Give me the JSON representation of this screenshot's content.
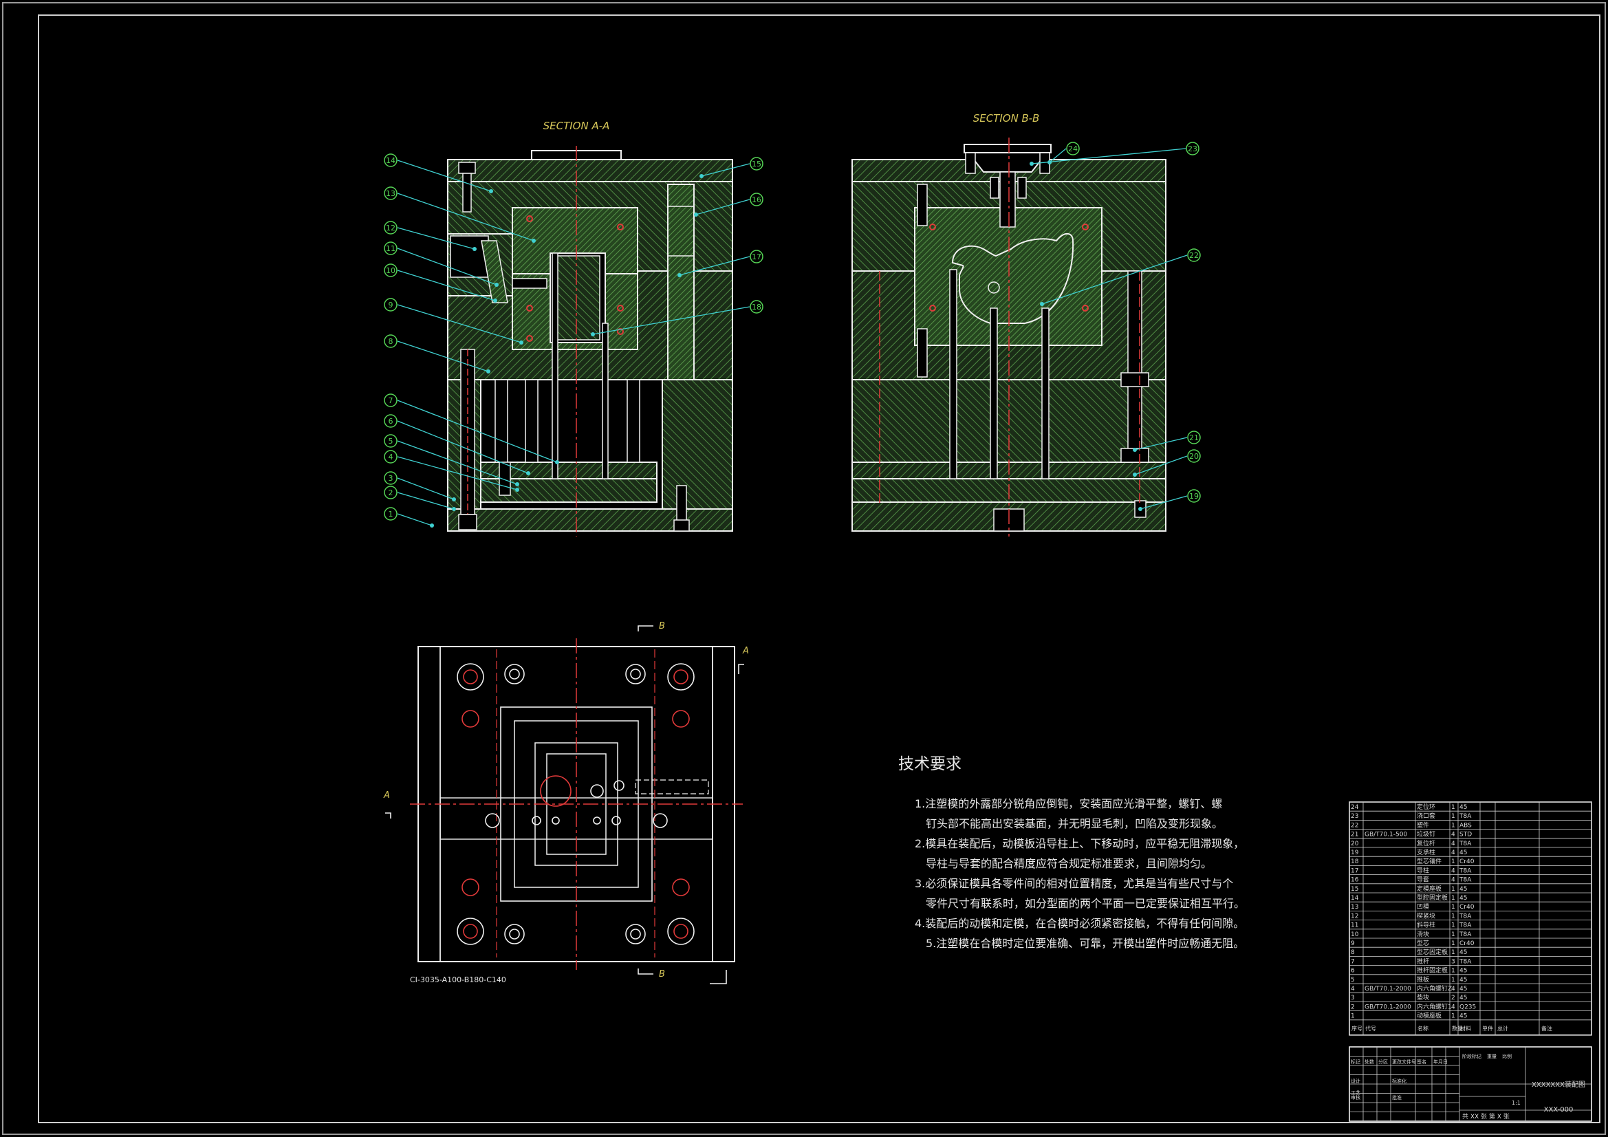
{
  "sections": {
    "a": {
      "title": "SECTION A-A"
    },
    "b": {
      "title": "SECTION B-B"
    }
  },
  "plan": {
    "cut_b": "B",
    "cut_a": "A",
    "code": "CI-3035-A100-B180-C140"
  },
  "balloons_a": [
    "1",
    "2",
    "3",
    "4",
    "5",
    "6",
    "7",
    "8",
    "9",
    "10",
    "11",
    "12",
    "13",
    "14",
    "15",
    "16",
    "17",
    "18"
  ],
  "balloons_b": [
    "19",
    "20",
    "21",
    "22",
    "23",
    "24"
  ],
  "tech": {
    "title": "技术要求",
    "lines": [
      "1.注塑模的外露部分锐角应倒钝，安装面应光滑平整，螺钉、螺",
      "钉头部不能高出安装基面，并无明显毛刺，凹陷及变形现象。",
      "2.模具在装配后，动模板沿导柱上、下移动时，应平稳无阻滞现象，",
      "导柱与导套的配合精度应符合规定标准要求，且间隙均匀。",
      "3.必须保证模具各零件间的相对位置精度，尤其是当有些尺寸与个",
      "零件尺寸有联系时，如分型面的两个平面一已定要保证相互平行。",
      "4.装配后的动模和定模，在合模时必须紧密接触，不得有任何间隙。",
      "5.注塑模在合模时定位要准确、可靠，开模出塑件时应畅通无阻。"
    ]
  },
  "bom": [
    {
      "no": "24",
      "code": "",
      "name": "定位环",
      "qty": "1",
      "mat": "45"
    },
    {
      "no": "23",
      "code": "",
      "name": "浇口套",
      "qty": "1",
      "mat": "T8A"
    },
    {
      "no": "22",
      "code": "",
      "name": "塑件",
      "qty": "1",
      "mat": "ABS"
    },
    {
      "no": "21",
      "code": "GB/T70.1-500",
      "name": "垃圾钉",
      "qty": "4",
      "mat": "STD"
    },
    {
      "no": "20",
      "code": "",
      "name": "复位杆",
      "qty": "4",
      "mat": "T8A"
    },
    {
      "no": "19",
      "code": "",
      "name": "支承柱",
      "qty": "4",
      "mat": "45"
    },
    {
      "no": "18",
      "code": "",
      "name": "型芯镶件",
      "qty": "1",
      "mat": "Cr40"
    },
    {
      "no": "17",
      "code": "",
      "name": "导柱",
      "qty": "4",
      "mat": "T8A"
    },
    {
      "no": "16",
      "code": "",
      "name": "导套",
      "qty": "4",
      "mat": "T8A"
    },
    {
      "no": "15",
      "code": "",
      "name": "定模座板",
      "qty": "1",
      "mat": "45"
    },
    {
      "no": "14",
      "code": "",
      "name": "型腔固定板",
      "qty": "1",
      "mat": "45"
    },
    {
      "no": "13",
      "code": "",
      "name": "凹模",
      "qty": "1",
      "mat": "Cr40"
    },
    {
      "no": "12",
      "code": "",
      "name": "楔紧块",
      "qty": "1",
      "mat": "T8A"
    },
    {
      "no": "11",
      "code": "",
      "name": "斜导柱",
      "qty": "1",
      "mat": "T8A"
    },
    {
      "no": "10",
      "code": "",
      "name": "滑块",
      "qty": "1",
      "mat": "T8A"
    },
    {
      "no": "9",
      "code": "",
      "name": "型芯",
      "qty": "1",
      "mat": "Cr40"
    },
    {
      "no": "8",
      "code": "",
      "name": "型芯固定板",
      "qty": "1",
      "mat": "45"
    },
    {
      "no": "7",
      "code": "",
      "name": "推杆",
      "qty": "3",
      "mat": "T8A"
    },
    {
      "no": "6",
      "code": "",
      "name": "推杆固定板",
      "qty": "1",
      "mat": "45"
    },
    {
      "no": "5",
      "code": "",
      "name": "推板",
      "qty": "1",
      "mat": "45"
    },
    {
      "no": "4",
      "code": "GB/T70.1-2000",
      "name": "内六角螺钉Z",
      "qty": "4",
      "mat": "45"
    },
    {
      "no": "3",
      "code": "",
      "name": "垫块",
      "qty": "2",
      "mat": "45"
    },
    {
      "no": "2",
      "code": "GB/T70.1-2000",
      "name": "内六角螺钉1",
      "qty": "4",
      "mat": "Q235"
    },
    {
      "no": "1",
      "code": "",
      "name": "动模座板",
      "qty": "1",
      "mat": "45"
    }
  ],
  "bom_header": [
    "序号",
    "代号",
    "名称",
    "数量",
    "材料",
    "单件",
    "总计",
    "备注"
  ],
  "titleblock": {
    "name": "XXXXXXX装配图",
    "drawing_no": "XXX-000",
    "sheets": "共 XX 张  第 X 张",
    "scale": "1:1",
    "labels": [
      "标记",
      "处数",
      "分区",
      "更改文件号",
      "签名",
      "年月日",
      "设计",
      "标准化",
      "阶段标记",
      "重量",
      "比例",
      "审核",
      "工艺",
      "批准"
    ]
  },
  "colors": {
    "background": "#000000",
    "lines": "#f0f0f0",
    "hatch": "#3d6b34",
    "centerline": "#e23a3a",
    "leader": "#3fd0d0",
    "balloon": "#55d455",
    "label": "#d8c85a"
  }
}
